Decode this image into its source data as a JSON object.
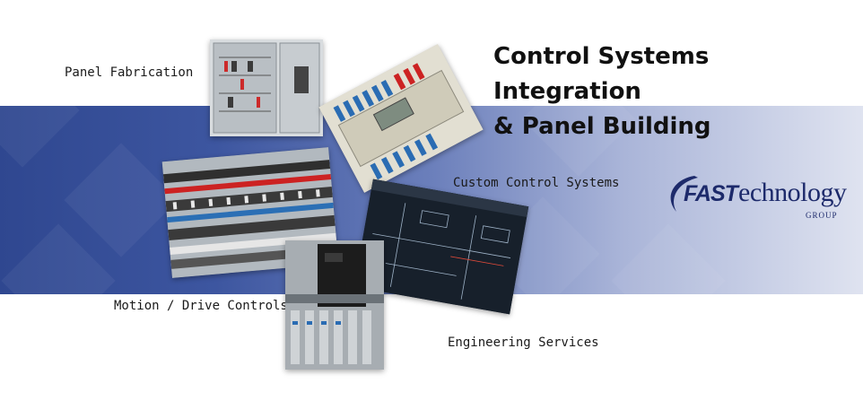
{
  "title": {
    "line1": "Control Systems Integration",
    "line2": "& Panel Building"
  },
  "labels": {
    "panel_fabrication": "Panel Fabrication",
    "custom_control_systems": "Custom Control Systems",
    "motion_drive_controls": "Motion / Drive Controls",
    "engineering_services": "Engineering Services"
  },
  "logo": {
    "bold_part": "FAST",
    "rest_part": "echnology",
    "group": "GROUP"
  },
  "colors": {
    "brand_navy": "#1d2a6b",
    "band_start": "#2f4790",
    "band_end": "#dfe3f0"
  },
  "icons": {
    "logo_swoosh": "swoosh-icon"
  }
}
